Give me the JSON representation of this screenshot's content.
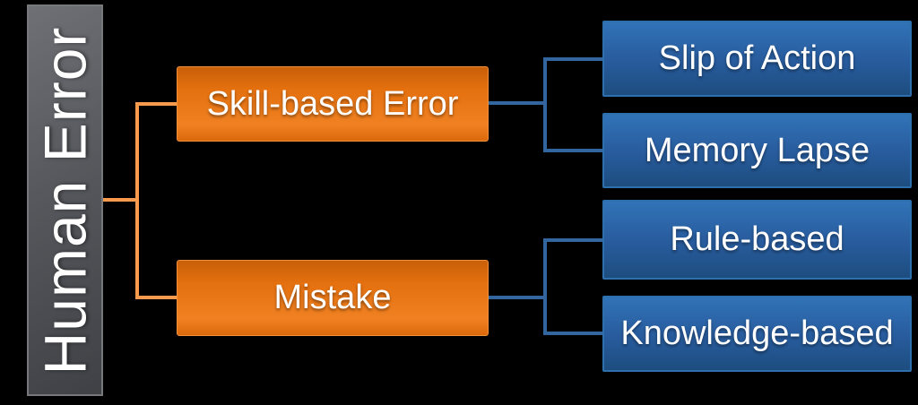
{
  "diagram": {
    "type": "hierarchy-tree",
    "background_color": "#000000",
    "root": {
      "label": "Human Error",
      "fill": "gray-gradient",
      "text_color": "#ffffff"
    },
    "branches": [
      {
        "id": "skill-based-error",
        "label": "Skill-based Error",
        "parent": "Human Error",
        "color": "#ed7d31"
      },
      {
        "id": "mistake",
        "label": "Mistake",
        "parent": "Human Error",
        "color": "#ed7d31"
      }
    ],
    "leaves": [
      {
        "id": "slip-of-action",
        "label": "Slip of Action",
        "parent": "Skill-based Error",
        "color": "#2e5f9a"
      },
      {
        "id": "memory-lapse",
        "label": "Memory Lapse",
        "parent": "Skill-based Error",
        "color": "#2e5f9a"
      },
      {
        "id": "rule-based",
        "label": "Rule-based",
        "parent": "Mistake",
        "color": "#2e5f9a"
      },
      {
        "id": "knowledge-based",
        "label": "Knowledge-based",
        "parent": "Mistake",
        "color": "#2e5f9a"
      }
    ],
    "connector_colors": {
      "root_to_branches": "#f79a4d",
      "branches_to_leaves": "#33659f"
    }
  }
}
